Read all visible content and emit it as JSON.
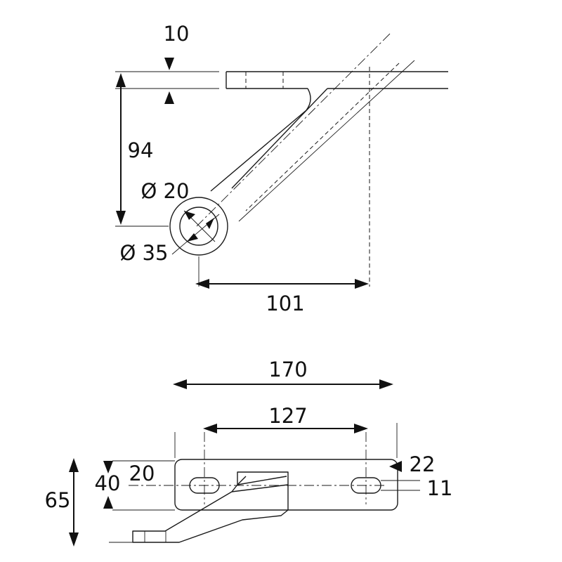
{
  "top_view": {
    "thickness": "10",
    "height": "94",
    "hole_diameter": "Ø 20",
    "boss_diameter": "Ø 35",
    "offset": "101"
  },
  "bottom_view": {
    "overall_length": "170",
    "hole_spacing": "127",
    "slot_length": "20",
    "width_inner": "40",
    "width_overall": "65",
    "edge_to_slot": "22",
    "slot_width": "11"
  }
}
